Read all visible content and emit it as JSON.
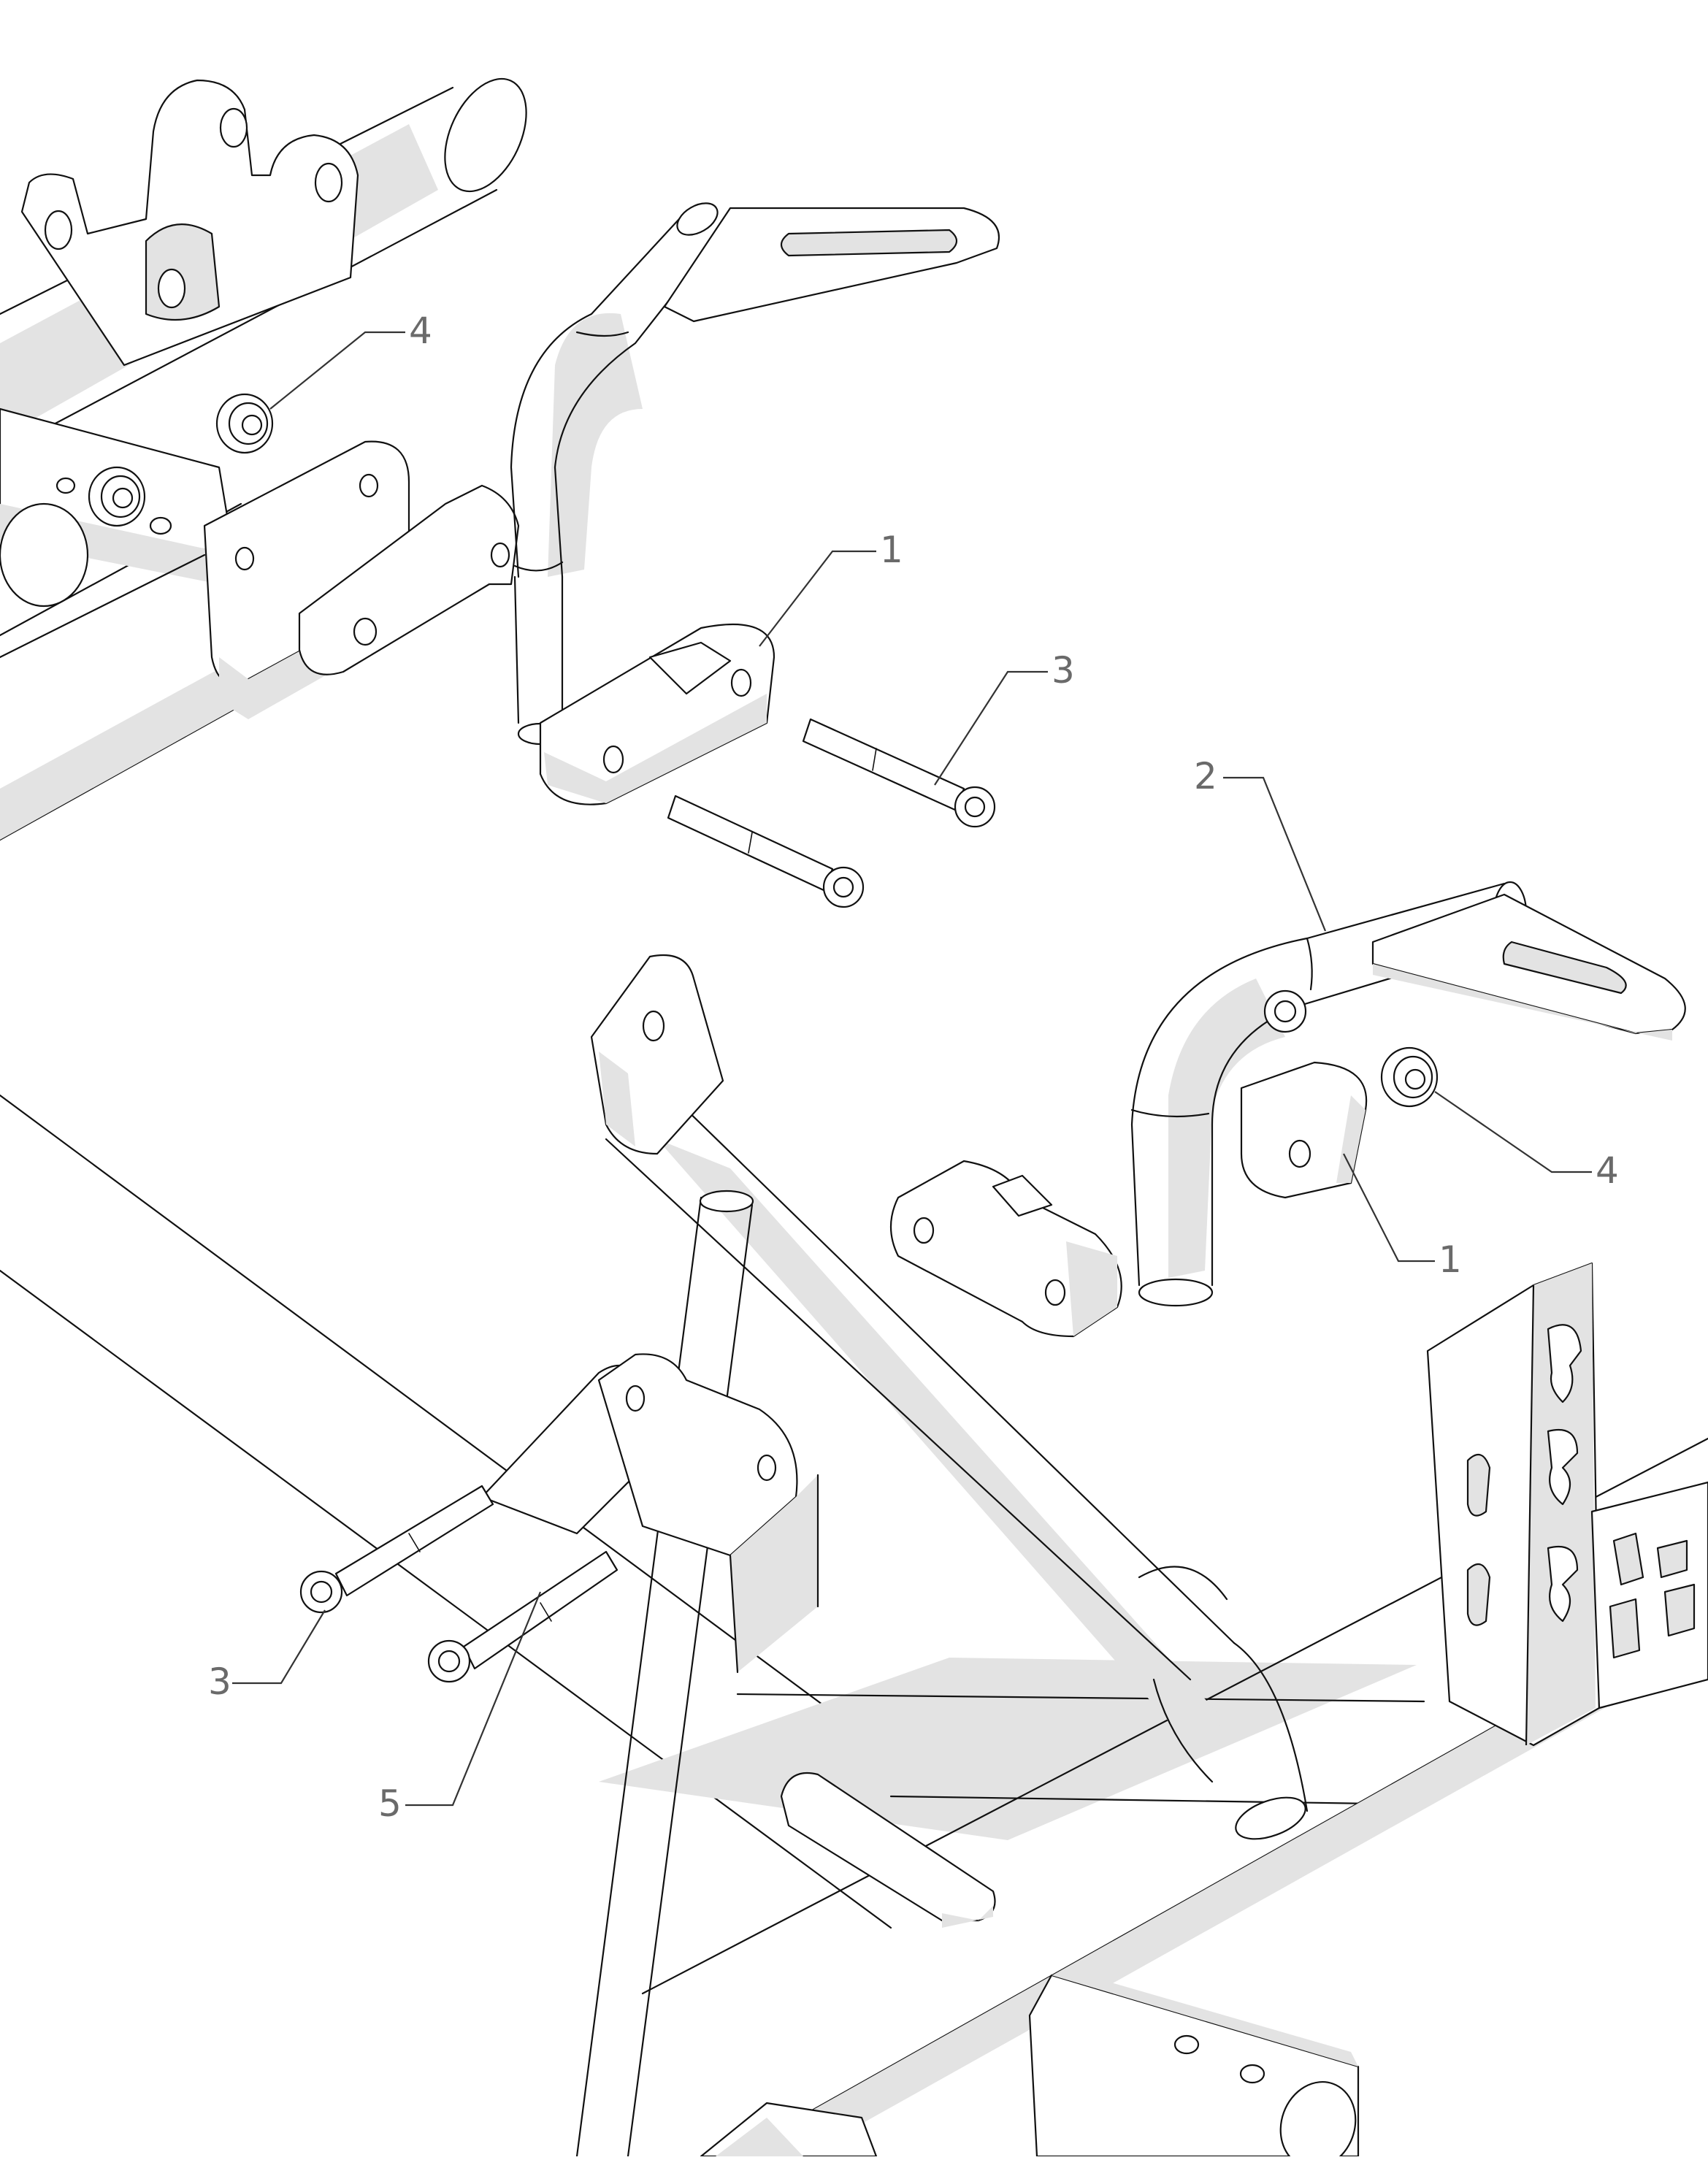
{
  "callouts": [
    {
      "label": "1"
    },
    {
      "label": "3"
    },
    {
      "label": "4"
    },
    {
      "label": "2"
    },
    {
      "label": "4"
    },
    {
      "label": "1"
    },
    {
      "label": "3"
    },
    {
      "label": "5"
    }
  ]
}
